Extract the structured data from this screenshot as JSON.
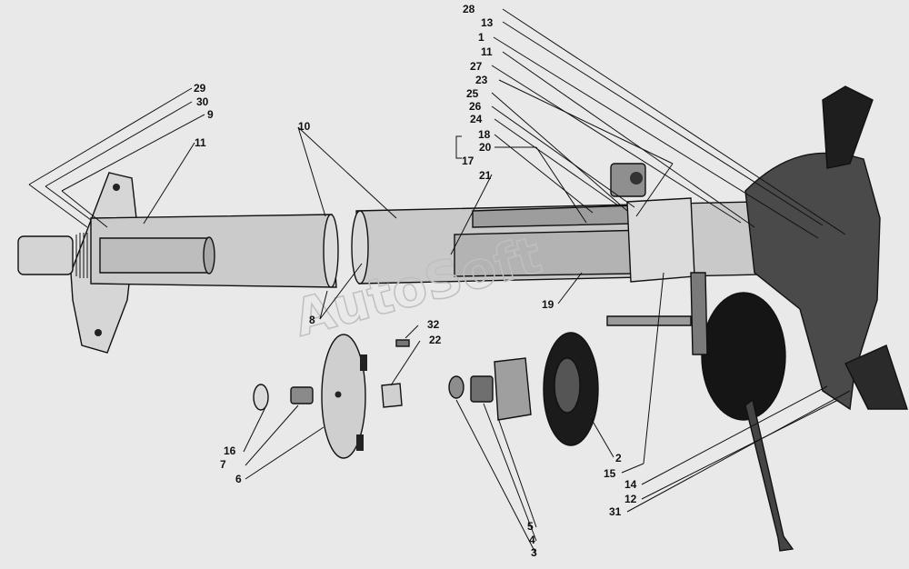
{
  "watermark": "AutoSoft",
  "colors": {
    "background": "#e9e9e9",
    "ink": "#111111",
    "metal": "#cfcfcf",
    "dark": "#1a1a1a"
  },
  "callouts": [
    "1",
    "2",
    "3",
    "4",
    "5",
    "6",
    "7",
    "8",
    "9",
    "10",
    "11",
    "12",
    "13",
    "14",
    "15",
    "16",
    "17",
    "18",
    "19",
    "20",
    "21",
    "22",
    "23",
    "24",
    "25",
    "26",
    "27",
    "28",
    "29",
    "30",
    "31",
    "32"
  ]
}
